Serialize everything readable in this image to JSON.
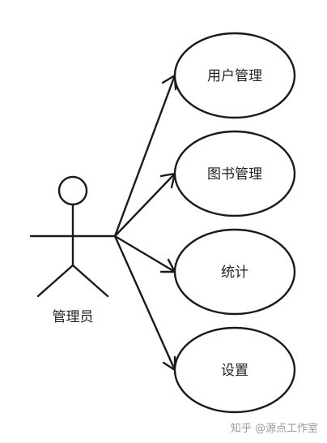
{
  "actor": {
    "label": "管理员"
  },
  "use_cases": [
    {
      "label": "用户管理"
    },
    {
      "label": "图书管理"
    },
    {
      "label": "统计"
    },
    {
      "label": "设置"
    }
  ],
  "watermark": {
    "text": "知乎 @源点工作室"
  },
  "colors": {
    "stroke": "#1a1a1a",
    "text": "#222222",
    "watermark": "#9a9a9a",
    "background": "#ffffff"
  }
}
